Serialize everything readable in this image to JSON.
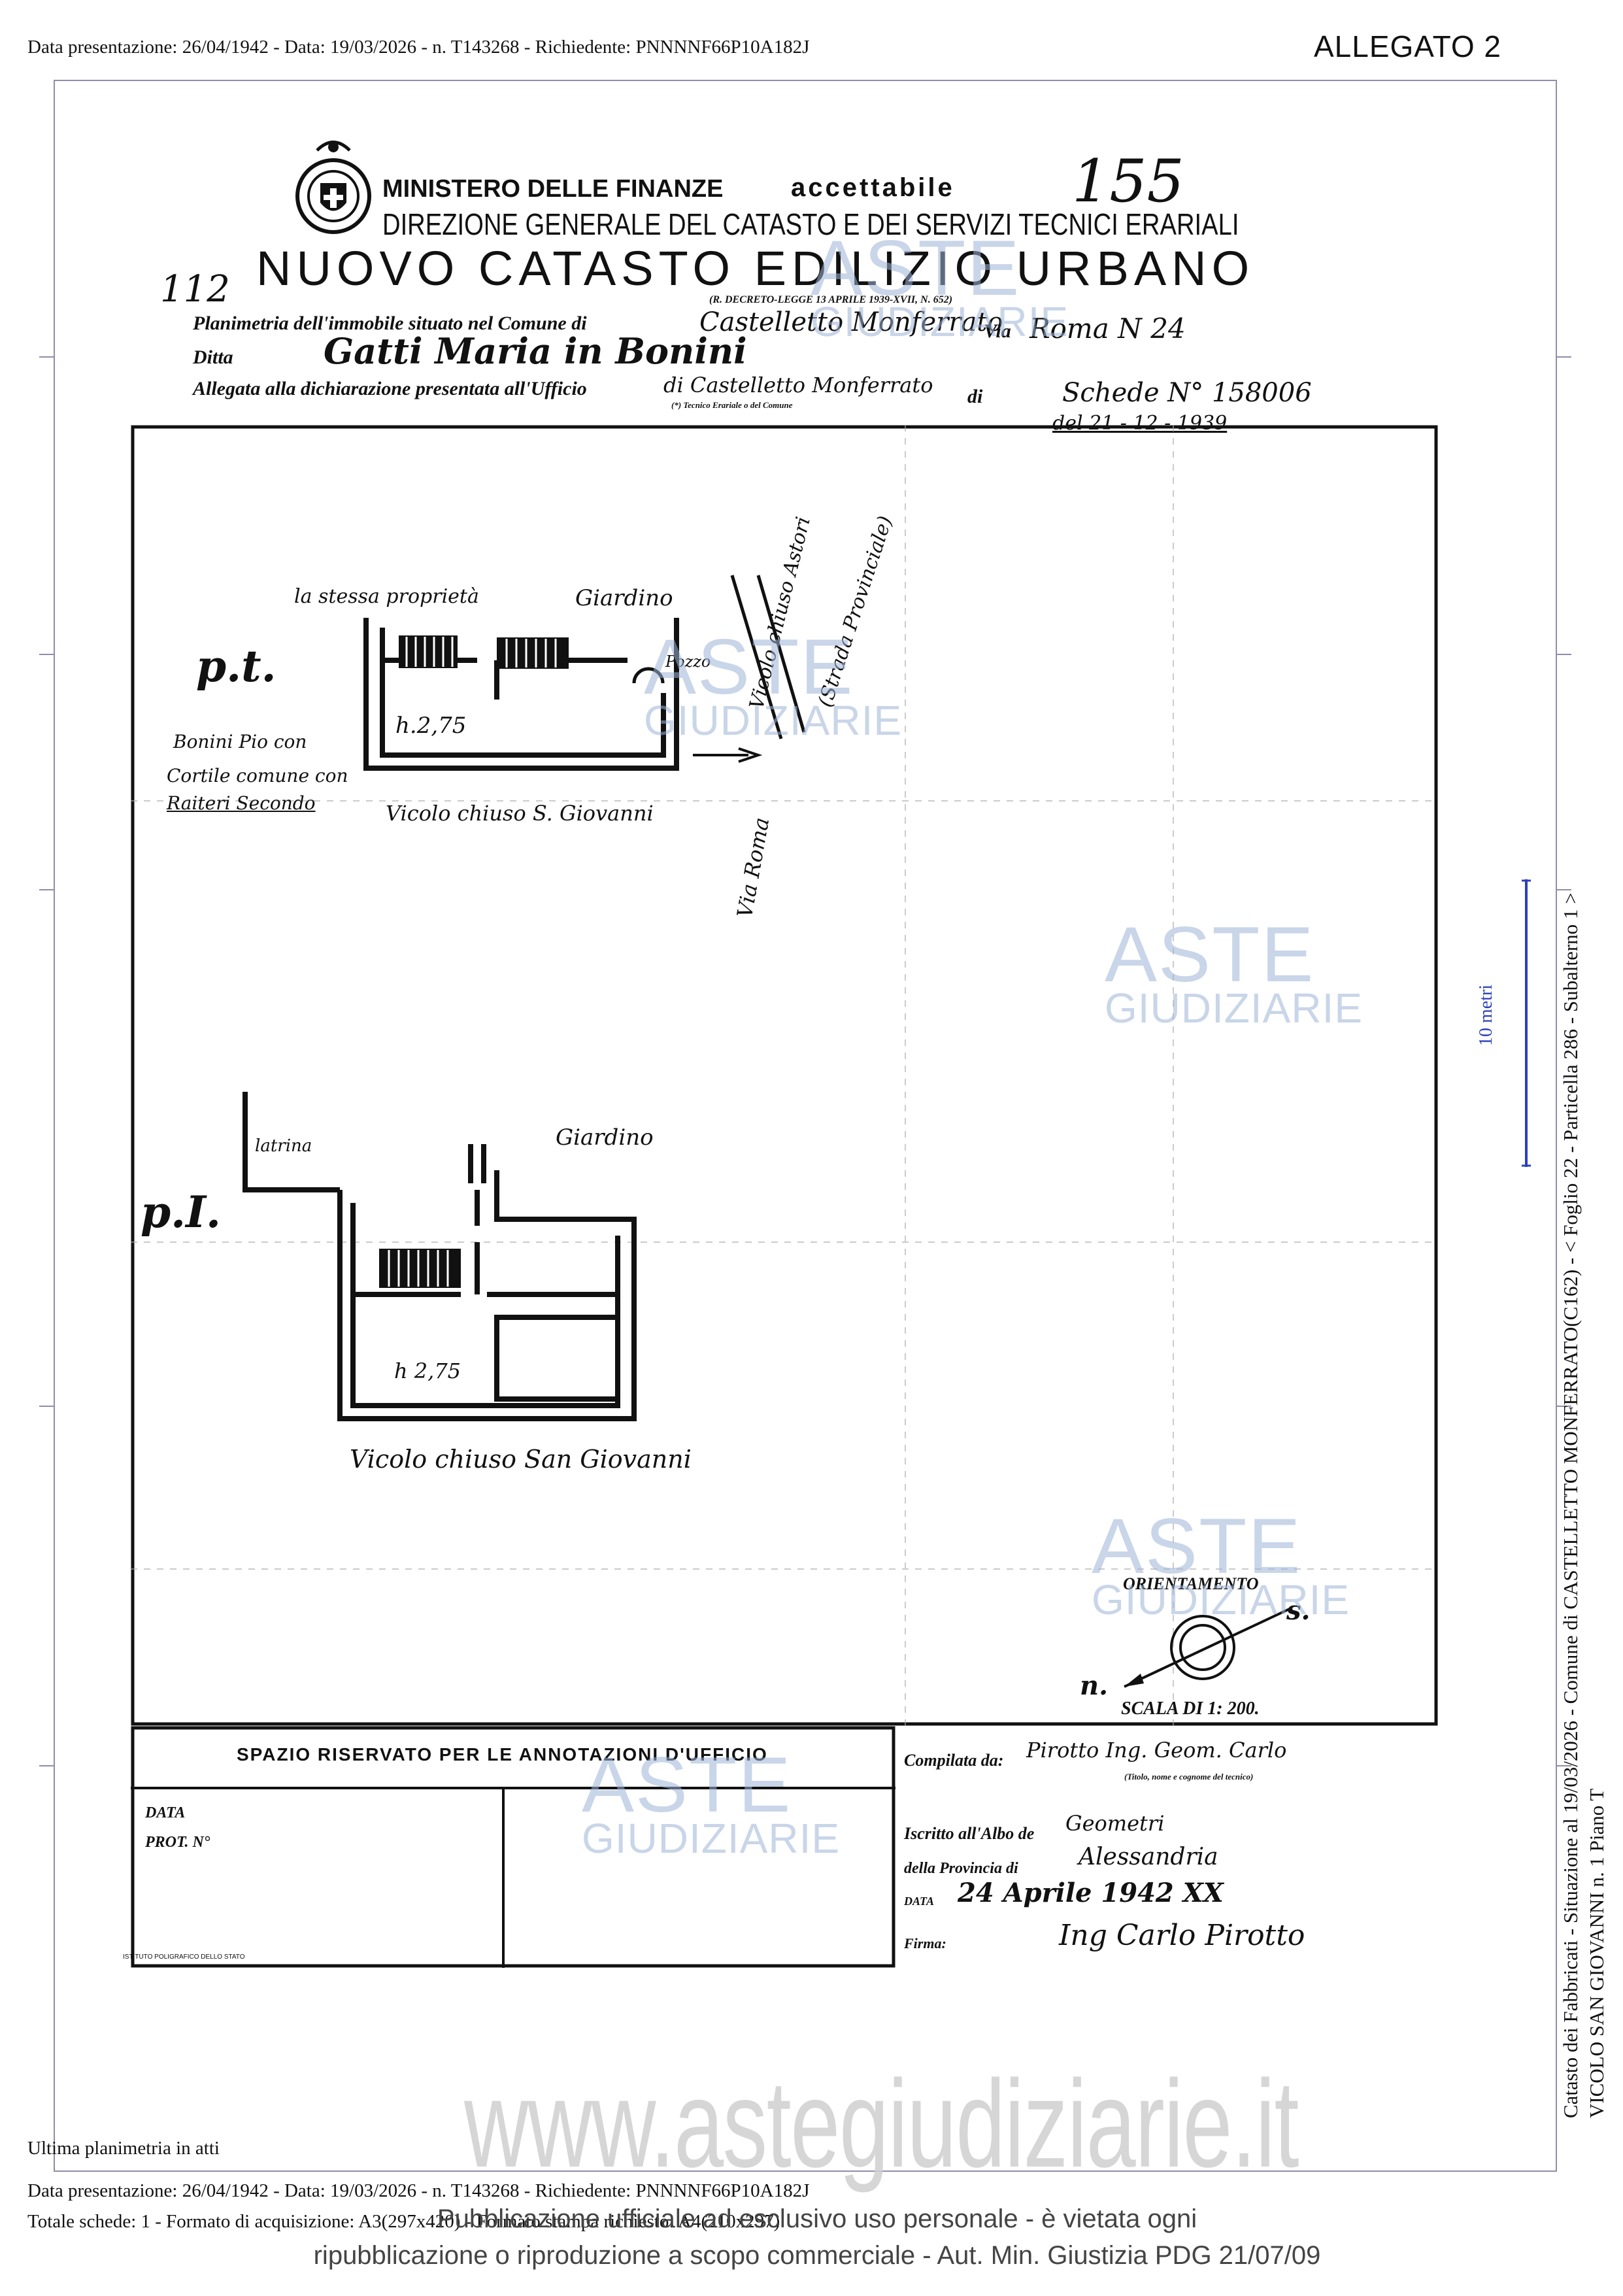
{
  "header": {
    "line": "Data presentazione: 26/04/1942 - Data: 19/03/2026 - n. T143268 - Richiedente: PNNNNF66P10A182J",
    "attachment": "ALLEGATO 2"
  },
  "document": {
    "ministry": "MINISTERO DELLE FINANZE",
    "stamp_word": "accettabile",
    "page_number": "155",
    "directorate": "DIREZIONE GENERALE DEL CATASTO E DEI SERVIZI TECNICI ERARIALI",
    "side_number": "112",
    "title": "NUOVO CATASTO EDILIZIO URBANO",
    "decree": "(R. DECRETO-LEGGE 13 APRILE 1939-XVII, N. 652)",
    "row1_label": "Planimetria dell'immobile situato nel Comune di",
    "row1_comune": "Castelletto Monferrato",
    "row1_via_label": "Via",
    "row1_via": "Roma N 24",
    "row2_label": "Ditta",
    "row2_owner": "Gatti Maria in Bonini",
    "row3_label": "Allegata alla dichiarazione presentata all'Ufficio",
    "row3_ufficio": "di Castelletto Monferrato",
    "row3_di": "di",
    "row3_note": "(*) Tecnico Erariale o del Comune",
    "scheda": "Schede N° 158006",
    "scheda_date": "del 21 - 12 - 1939"
  },
  "plan": {
    "ground_floor_label": "p.t.",
    "same_property": "la stessa proprietà",
    "garden_top": "Giardino",
    "well": "Pozzo",
    "height_pt": "h.2,75",
    "vicolo_astori": "Vicolo chiuso Astori",
    "strada_provinciale": "(Strada Provinciale)",
    "via_roma": "Via Roma",
    "neighbour_line1": "Bonini Pio con",
    "neighbour_line2": "Cortile comune con",
    "neighbour_line3": "Raiteri Secondo",
    "vicolo_sg_top": "Vicolo chiuso S. Giovanni",
    "first_floor_label": "p.I.",
    "latrina": "latrina",
    "garden_bottom": "Giardino",
    "height_p1": "h 2,75",
    "vicolo_sg_bottom": "Vicolo chiuso San Giovanni",
    "orientation": "ORIENTAMENTO",
    "north": "n.",
    "south": "s.",
    "scale": "SCALA DI 1: 200."
  },
  "office_box": {
    "title": "SPAZIO RISERVATO PER LE ANNOTAZIONI D'UFFICIO",
    "data_label": "DATA",
    "prot_label": "PROT. N°",
    "printer": "ISTITUTO POLIGRAFICO DELLO STATO"
  },
  "compiler": {
    "compilata_label": "Compilata da:",
    "compilata_value": "Pirotto Ing. Geom. Carlo",
    "compilata_note": "(Titolo, nome e cognome del tecnico)",
    "albo_label": "Iscritto all'Albo de",
    "albo_value": "Geometri",
    "provincia_label": "della Provincia di",
    "provincia_value": "Alessandria",
    "data_label": "DATA",
    "data_value": "24 Aprile 1942 XX",
    "firma_label": "Firma:",
    "firma_value": "Ing Carlo Pirotto"
  },
  "watermark": {
    "aste": "ASTE",
    "giudiziarie": "GIUDIZIARIE",
    "site": "www.astegiudiziarie.it"
  },
  "side": {
    "scale_bar": "10 metri",
    "line1": "Catasto dei Fabbricati - Situazione al 19/03/2026 - Comune di CASTELLETTO MONFERRATO(C162) - < Foglio 22 - Particella 286 - Subalterno 1 >",
    "line2": "VICOLO SAN GIOVANNI n. 1 Piano T"
  },
  "footer": {
    "last_plan": "Ultima planimetria in atti",
    "line1": "Data presentazione: 26/04/1942 - Data: 19/03/2026 - n. T143268 - Richiedente: PNNNNF66P10A182J",
    "line2": "Totale schede: 1 - Formato di acquisizione: A3(297x420) - Formato stampa richiesto: A4(210x297)",
    "disclaimer1": "Pubblicazione ufficiale ad esclusivo uso personale - è vietata ogni",
    "disclaimer2": "ripubblicazione o riproduzione a scopo commerciale - Aut. Min. Giustizia PDG 21/07/09"
  },
  "colors": {
    "frame": "#8e8ea8",
    "watermark": "#9db3d6",
    "scale_bar": "#2a3fbf"
  }
}
